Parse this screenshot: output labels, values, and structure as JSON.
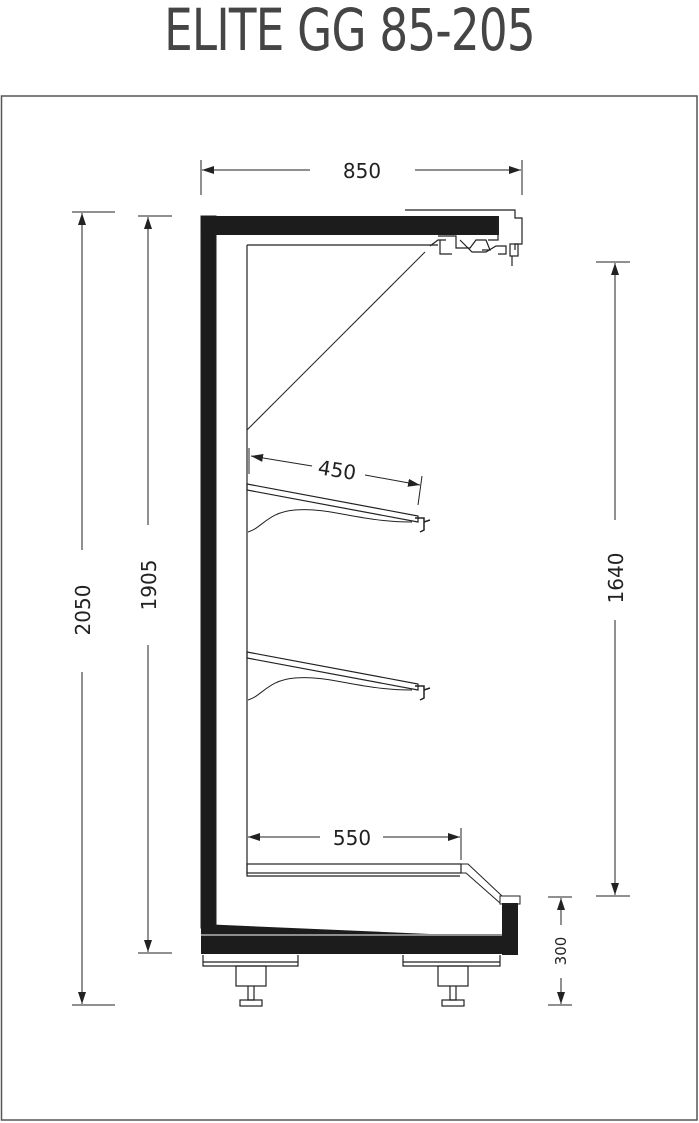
{
  "title": "ELITE GG 85-205",
  "dimensions": {
    "width_total": "850",
    "height_total": "2050",
    "height_inner": "1905",
    "height_display": "1640",
    "shelf_depth": "450",
    "base_depth": "550",
    "base_height": "300"
  },
  "colors": {
    "line": "#222222",
    "frame": "#1c1c1c",
    "border": "#555555",
    "title": "#454545"
  }
}
